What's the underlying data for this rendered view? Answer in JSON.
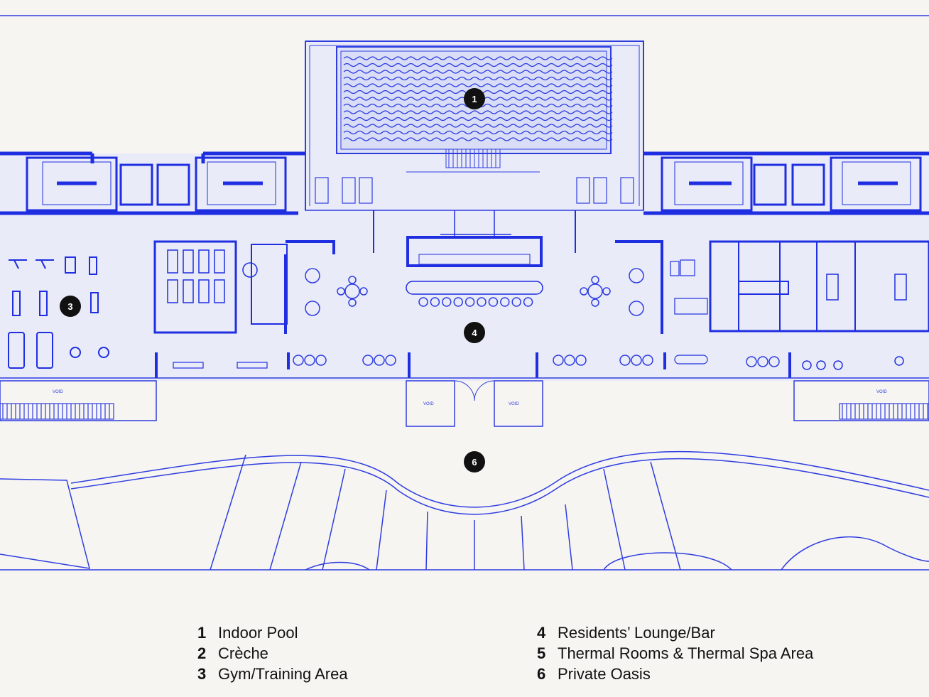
{
  "colors": {
    "background": "#f6f5f2",
    "line": "#2f3de0",
    "wall": "#1f2ee0",
    "fill": "#e9ebf8",
    "marker": "#111111"
  },
  "markers": [
    "1",
    "3",
    "4",
    "6"
  ],
  "void_labels": [
    "VOID",
    "VOID",
    "VOID",
    "VOID"
  ],
  "legend": {
    "left": [
      {
        "num": "1",
        "label": "Indoor Pool"
      },
      {
        "num": "2",
        "label": "Crèche"
      },
      {
        "num": "3",
        "label": "Gym/Training Area"
      }
    ],
    "right": [
      {
        "num": "4",
        "label": "Residents’ Lounge/Bar"
      },
      {
        "num": "5",
        "label": "Thermal Rooms & Thermal Spa Area"
      },
      {
        "num": "6",
        "label": "Private Oasis"
      }
    ]
  }
}
